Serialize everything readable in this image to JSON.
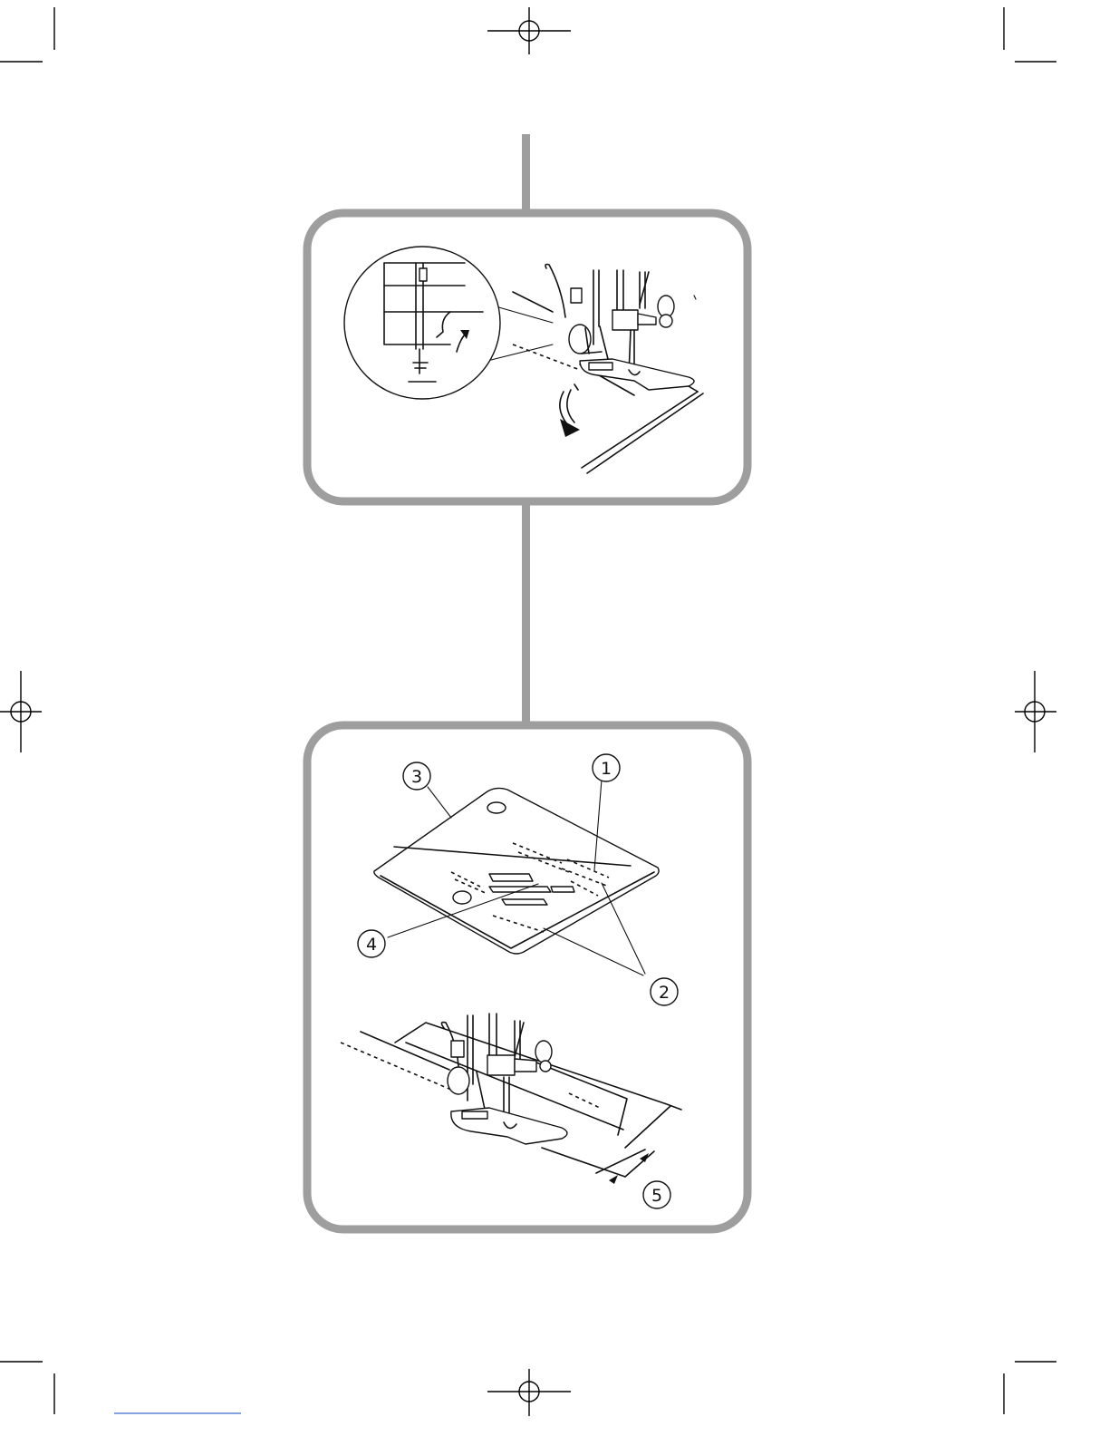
{
  "page": {
    "background": "#ffffff",
    "frame_color": "#9e9e9e"
  },
  "figure_top": {
    "description_icon": "presser-foot-lowered-on-fabric"
  },
  "figure_bottom": {
    "callouts": [
      {
        "id": "1",
        "label": "1"
      },
      {
        "id": "2",
        "label": "2"
      },
      {
        "id": "3",
        "label": "3"
      },
      {
        "id": "4",
        "label": "4"
      },
      {
        "id": "5",
        "label": "5"
      }
    ]
  }
}
